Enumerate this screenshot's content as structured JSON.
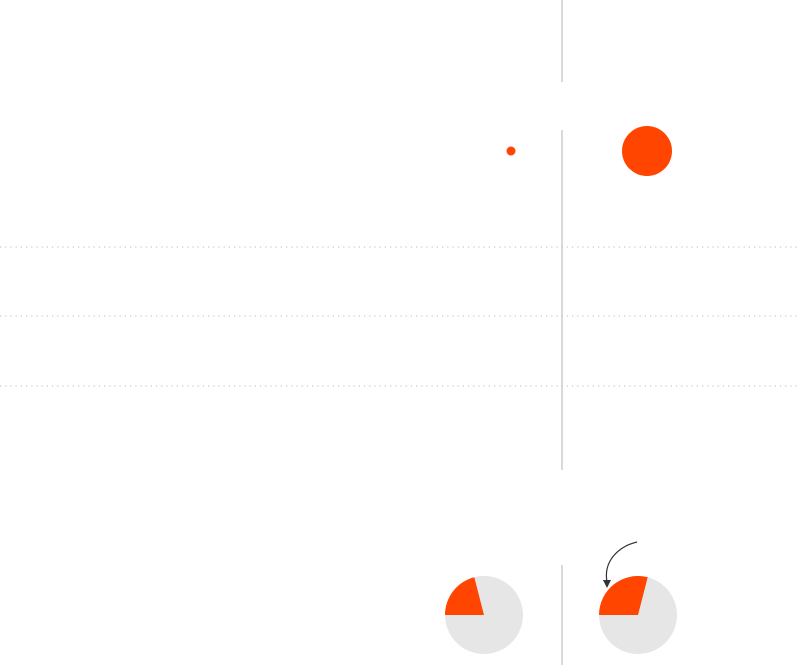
{
  "colors": {
    "accent": "#ff4500",
    "pie_background": "#e6e6e6",
    "divider": "#c0c0c0",
    "gridline": "#bdbdbd",
    "arrow": "#333333"
  },
  "chart_data": [
    {
      "type": "scatter",
      "title": "",
      "xlabel": "",
      "ylabel": "",
      "grid": true,
      "legend": "none",
      "series": [
        {
          "values": [
            2
          ]
        },
        {
          "values": [
            100
          ]
        }
      ]
    },
    {
      "type": "pie",
      "title": "",
      "legend": "none",
      "series": [
        {
          "values": [
            21,
            79
          ]
        },
        {
          "values": [
            29,
            71
          ]
        }
      ]
    }
  ],
  "annotations": {
    "arrow_icon": "curved-arrow-icon"
  }
}
